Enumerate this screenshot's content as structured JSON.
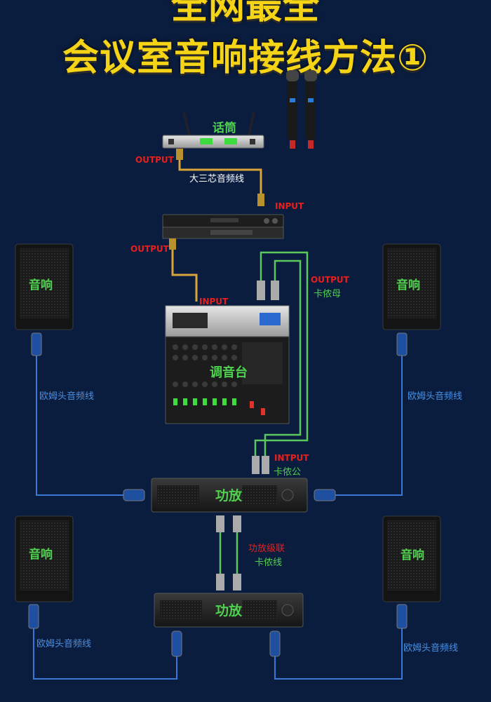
{
  "title": {
    "line1": "全网最全",
    "line2": "会议室音响接线方法①"
  },
  "colors": {
    "background": "#0b1d3f",
    "title": "#f5d417",
    "red_label": "#e8201c",
    "green_label": "#4fd14f",
    "blue_label": "#4a8fe0",
    "white_label": "#ffffff",
    "gold_cable": "#d7a43a",
    "green_cable": "#5cc85c",
    "blue_cable": "#3a78d8"
  },
  "devices": {
    "mic_receiver": "话筒",
    "mixer": "调音台",
    "amp1": "功放",
    "amp2": "功放",
    "speaker_tl": "音响",
    "speaker_tr": "音响",
    "speaker_bl": "音响",
    "speaker_br": "音响"
  },
  "labels": {
    "output1": "OUTPUT",
    "cable_trs": "大三芯音频线",
    "input1": "INPUT",
    "output2": "OUTPUT",
    "input2": "INPUT",
    "output3": "OUTPUT",
    "xlr_female": "卡侬母",
    "input3": "INTPUT",
    "xlr_male": "卡侬公",
    "cascade": "功放级联",
    "xlr_cable": "卡侬线",
    "speakon_tl": "欧姆头音频线",
    "speakon_tr": "欧姆头音频线",
    "speakon_bl": "欧姆头音频线",
    "speakon_br": "欧姆头音频线"
  }
}
